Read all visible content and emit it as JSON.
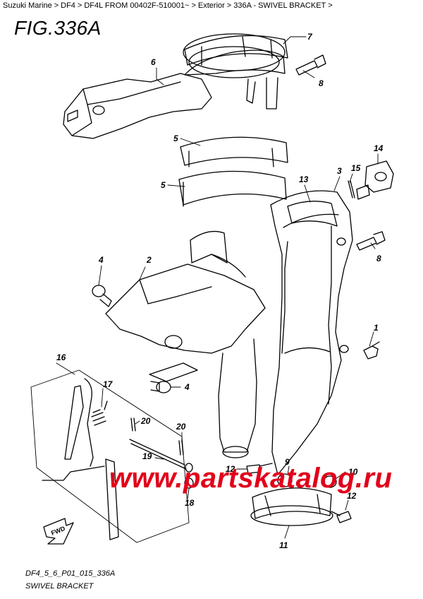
{
  "breadcrumb": {
    "items": [
      "Suzuki Marine",
      "DF4",
      "DF4L FROM 00402F-510001~",
      "Exterior",
      "336A - SWIVEL BRACKET"
    ],
    "separator": ">"
  },
  "figure": {
    "title": "FIG.336A",
    "code": "DF4_5_6_P01_015_336A",
    "name": "SWIVEL BRACKET"
  },
  "watermark": "www.partskatalog.ru",
  "fwd_label": "FWD",
  "callouts": [
    "1",
    "2",
    "3",
    "4",
    "4",
    "5",
    "5",
    "6",
    "7",
    "8",
    "8",
    "9",
    "10",
    "11",
    "12",
    "12",
    "13",
    "14",
    "15",
    "16",
    "17",
    "18",
    "19",
    "20",
    "20"
  ],
  "colors": {
    "watermark": "#e2001a",
    "line": "#000000"
  }
}
